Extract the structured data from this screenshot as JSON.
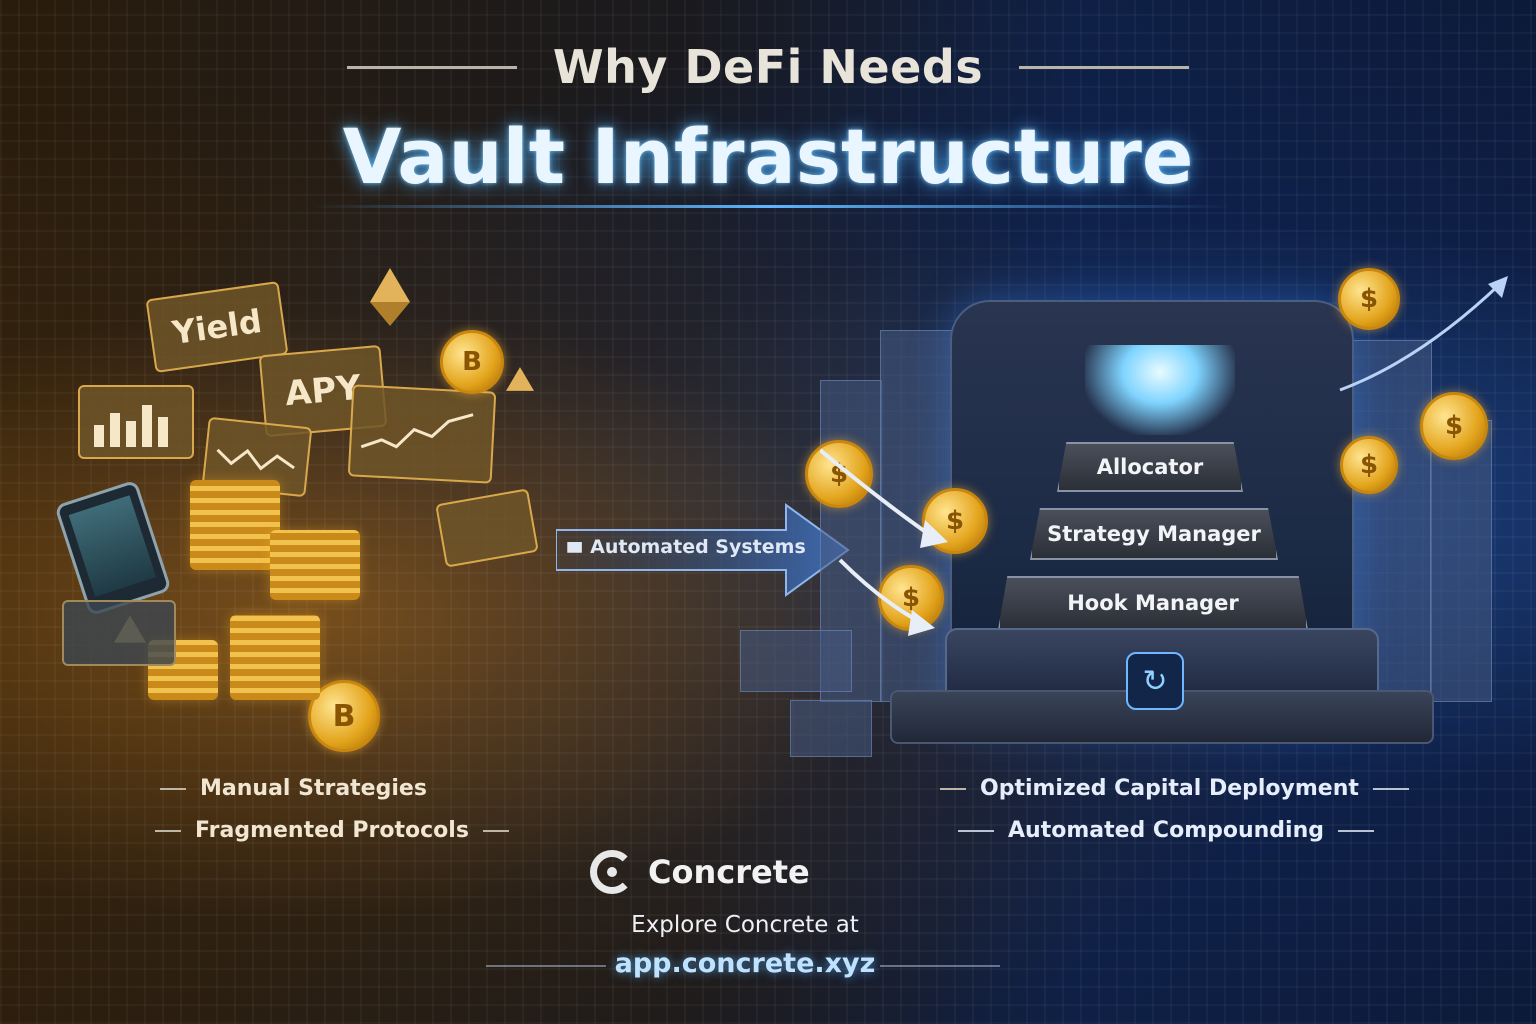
{
  "headline": {
    "line1": "Why DeFi Needs",
    "line2": "Vault Infrastructure"
  },
  "left_panel": {
    "cards": {
      "yield": "Yield",
      "apy": "APY"
    },
    "coin_symbol": "B",
    "labels": [
      "Manual Strategies",
      "Fragmented Protocols"
    ]
  },
  "transition": {
    "arrow_label": "Automated Systems"
  },
  "vault": {
    "tiers": [
      "Allocator",
      "Strategy Manager",
      "Hook Manager"
    ],
    "coin_symbol": "$",
    "logo_icon": "↻"
  },
  "right_panel": {
    "labels": [
      "Optimized Capital Deployment",
      "Automated Compounding"
    ]
  },
  "footer": {
    "brand": "Concrete",
    "explore": "Explore Concrete at",
    "url": "app.concrete.xyz"
  },
  "colors": {
    "gold": "#e3a41c",
    "accent_blue": "#5fb6ff",
    "title_glow": "#eaf6ff"
  }
}
